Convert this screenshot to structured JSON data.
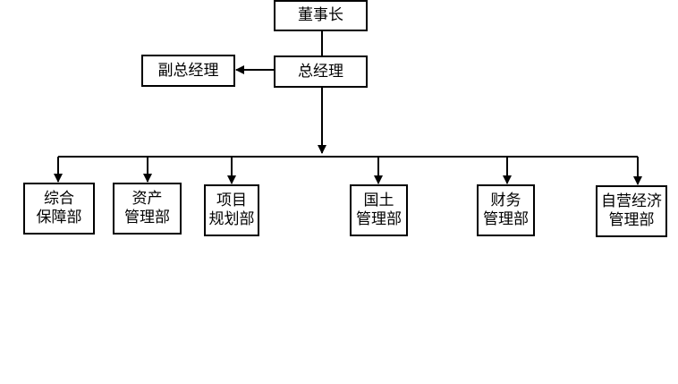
{
  "org_chart": {
    "chairman": "董事长",
    "general_manager": "总经理",
    "deputy_general_manager": "副总经理",
    "departments": [
      {
        "lines": [
          "综合",
          "保障部"
        ]
      },
      {
        "lines": [
          "资产",
          "管理部"
        ]
      },
      {
        "lines": [
          "项目",
          "规划部"
        ]
      },
      {
        "lines": [
          "国土",
          "管理部"
        ]
      },
      {
        "lines": [
          "财务",
          "管理部"
        ]
      },
      {
        "lines": [
          "自营经济",
          "管理部"
        ]
      }
    ]
  }
}
